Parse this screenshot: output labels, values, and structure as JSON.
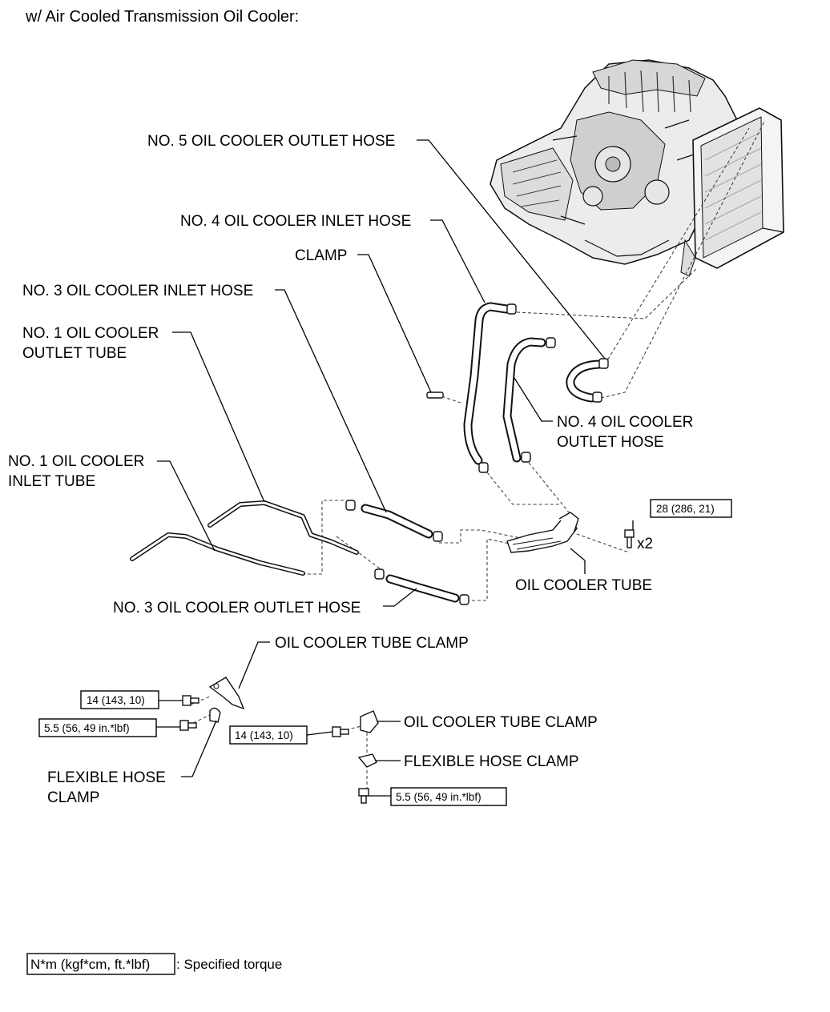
{
  "title": "w/ Air Cooled Transmission Oil Cooler:",
  "labels": {
    "no5_outlet_hose": "NO. 5 OIL COOLER OUTLET HOSE",
    "no4_inlet_hose": "NO. 4 OIL COOLER INLET HOSE",
    "clamp": "CLAMP",
    "no3_inlet_hose": "NO. 3 OIL COOLER INLET HOSE",
    "no1_outlet_tube_l1": "NO. 1 OIL COOLER",
    "no1_outlet_tube_l2": "OUTLET TUBE",
    "no4_outlet_hose_l1": "NO. 4 OIL COOLER",
    "no4_outlet_hose_l2": "OUTLET HOSE",
    "no1_inlet_tube_l1": "NO. 1 OIL COOLER",
    "no1_inlet_tube_l2": "INLET TUBE",
    "oil_cooler_tube": "OIL COOLER TUBE",
    "no3_outlet_hose": "NO. 3 OIL COOLER OUTLET HOSE",
    "tube_clamp_left": "OIL COOLER TUBE CLAMP",
    "flex_clamp_left_l1": "FLEXIBLE HOSE",
    "flex_clamp_left_l2": "CLAMP",
    "tube_clamp_right": "OIL COOLER TUBE CLAMP",
    "flex_clamp_right": "FLEXIBLE HOSE CLAMP",
    "times_two": "x2"
  },
  "torques": {
    "oil_cooler_tube_bolt": "28 (286, 21)",
    "tube_clamp_left_bolt": "14 (143, 10)",
    "flex_clamp_left_bolt": "5.5 (56, 49 in.*lbf)",
    "tube_clamp_right_bolt": "14 (143, 10)",
    "flex_clamp_right_bolt": "5.5 (56, 49 in.*lbf)"
  },
  "legend": {
    "box_text": "N*m (kgf*cm, ft.*lbf)",
    "description": ": Specified torque"
  }
}
